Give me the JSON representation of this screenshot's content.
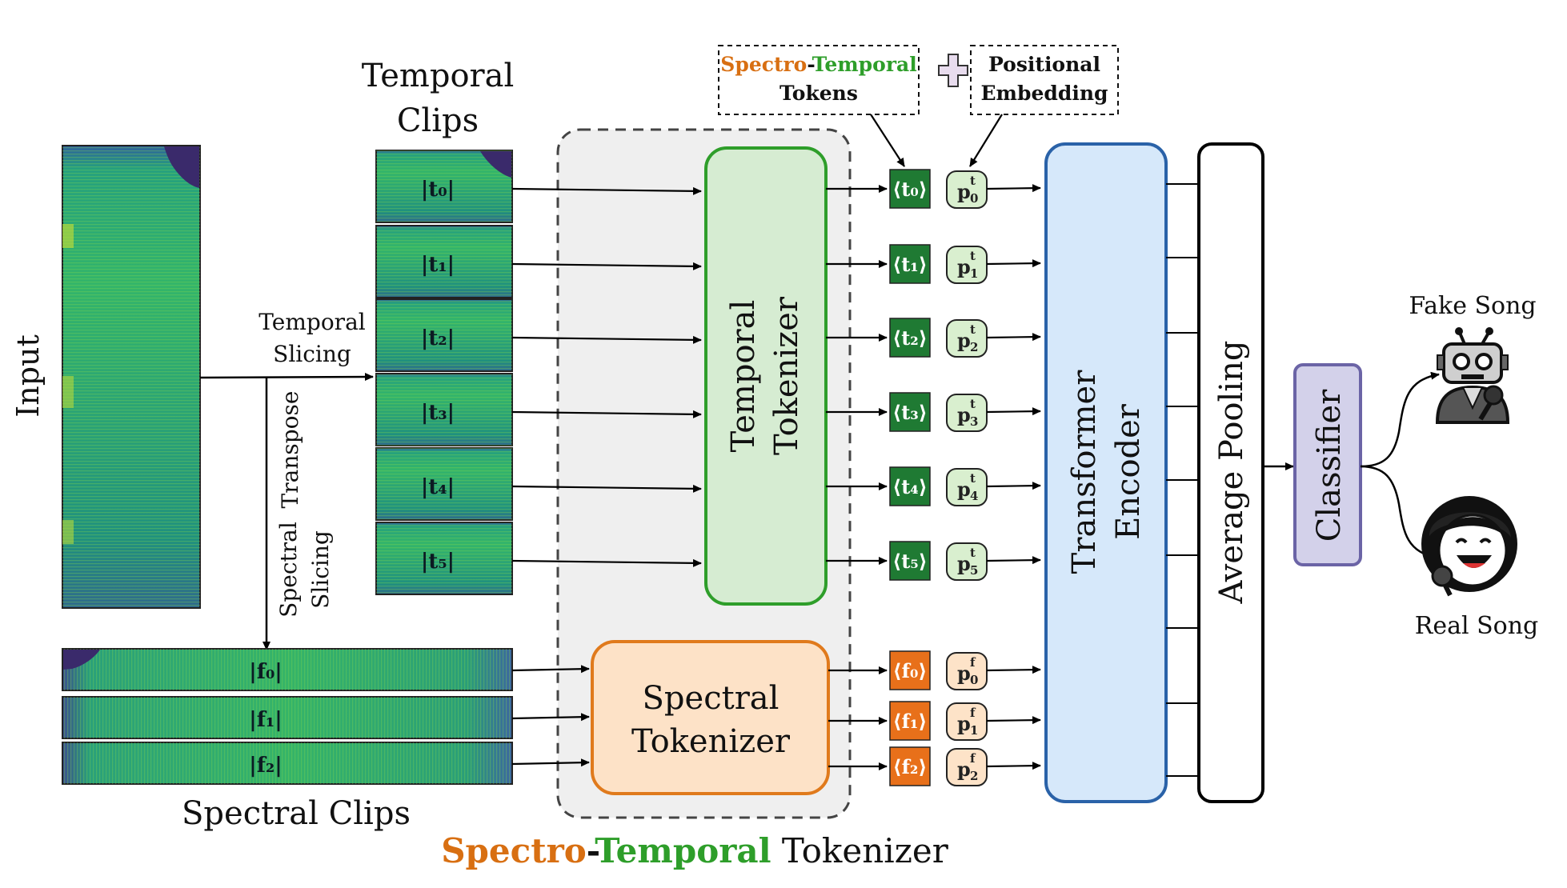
{
  "labels": {
    "input": "Input",
    "temporal_clips_line1": "Temporal",
    "temporal_clips_line2": "Clips",
    "temporal_slicing_line1": "Temporal",
    "temporal_slicing_line2": "Slicing",
    "transpose": "Transpose",
    "spectral_slicing_line1": "Spectral",
    "spectral_slicing_line2": "Slicing",
    "spectral_clips": "Spectral Clips",
    "temporal_tokenizer_line1": "Temporal",
    "temporal_tokenizer_line2": "Tokenizer",
    "spectral_tokenizer_line1": "Spectral",
    "spectral_tokenizer_line2": "Tokenizer",
    "st_tokens_spectro": "Spectro",
    "st_tokens_dash": "-",
    "st_tokens_temporal": "Temporal",
    "st_tokens_line2": "Tokens",
    "plus": "+",
    "positional_line1": "Positional",
    "positional_line2": "Embedding",
    "transformer_line1": "Transformer",
    "transformer_line2": "Encoder",
    "average_pooling": "Average Pooling",
    "classifier": "Classifier",
    "fake_song": "Fake Song",
    "real_song": "Real Song",
    "bottom_spectro": "Spectro",
    "bottom_dash": "-",
    "bottom_temporal": "Temporal",
    "bottom_tokenizer": " Tokenizer"
  },
  "temporal_clips": [
    "|t₀|",
    "|t₁|",
    "|t₂|",
    "|t₃|",
    "|t₄|",
    "|t₅|"
  ],
  "spectral_clips": [
    "|f₀|",
    "|f₁|",
    "|f₂|"
  ],
  "temporal_tokens": [
    {
      "token": "⟨t₀⟩",
      "pos": "p",
      "sup": "t",
      "sub": "0"
    },
    {
      "token": "⟨t₁⟩",
      "pos": "p",
      "sup": "t",
      "sub": "1"
    },
    {
      "token": "⟨t₂⟩",
      "pos": "p",
      "sup": "t",
      "sub": "2"
    },
    {
      "token": "⟨t₃⟩",
      "pos": "p",
      "sup": "t",
      "sub": "3"
    },
    {
      "token": "⟨t₄⟩",
      "pos": "p",
      "sup": "t",
      "sub": "4"
    },
    {
      "token": "⟨t₅⟩",
      "pos": "p",
      "sup": "t",
      "sub": "5"
    }
  ],
  "spectral_tokens": [
    {
      "token": "⟨f₀⟩",
      "pos": "p",
      "sup": "f",
      "sub": "0"
    },
    {
      "token": "⟨f₁⟩",
      "pos": "p",
      "sup": "f",
      "sub": "1"
    },
    {
      "token": "⟨f₂⟩",
      "pos": "p",
      "sup": "f",
      "sub": "2"
    }
  ],
  "colors": {
    "temporal_green": "#2e9e2a",
    "spectro_orange": "#d86f12",
    "temporal_token_fill": "#1f7a33",
    "spectral_token_fill": "#e8701a",
    "temporal_pos_fill": "#d9efcf",
    "spectral_pos_fill": "#fde3c8",
    "temporal_tokenizer_fill": "#d6ecd2",
    "spectral_tokenizer_fill": "#fde2c7",
    "transformer_fill": "#d6e8fa",
    "transformer_stroke": "#2a62a8",
    "classifier_fill": "#d3d1ea",
    "classifier_stroke": "#6b64a6",
    "st_region_fill": "#efefef"
  }
}
